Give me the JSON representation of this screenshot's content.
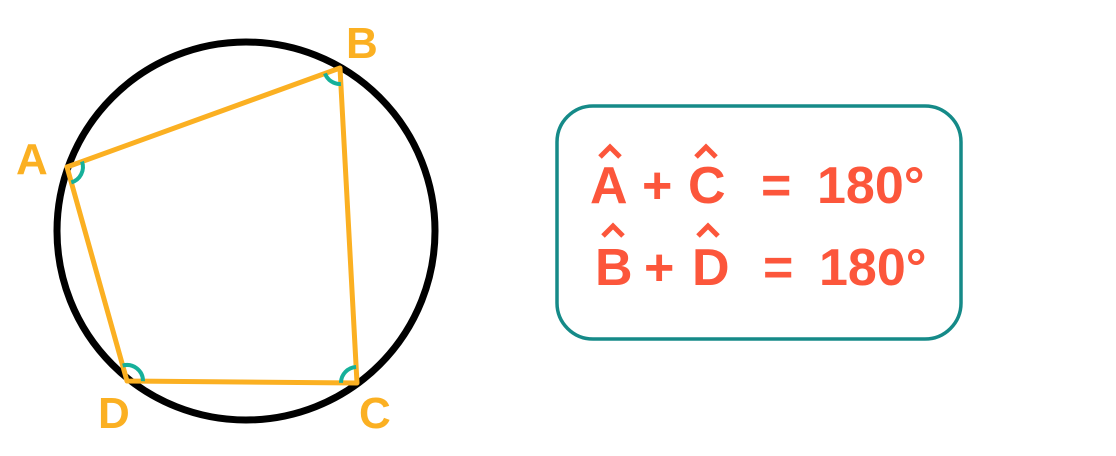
{
  "colors": {
    "circle": "#000000",
    "quad": "#fbb022",
    "angle": "#16b09a",
    "box": "#158a88",
    "equation": "#fc563b"
  },
  "vertices": {
    "A": "A",
    "B": "B",
    "C": "C",
    "D": "D"
  },
  "equations": [
    {
      "term1": "A",
      "plus": "+",
      "term2": "C",
      "equals": "=",
      "value": "180°"
    },
    {
      "term1": "B",
      "plus": "+",
      "term2": "D",
      "equals": "=",
      "value": "180°"
    }
  ]
}
